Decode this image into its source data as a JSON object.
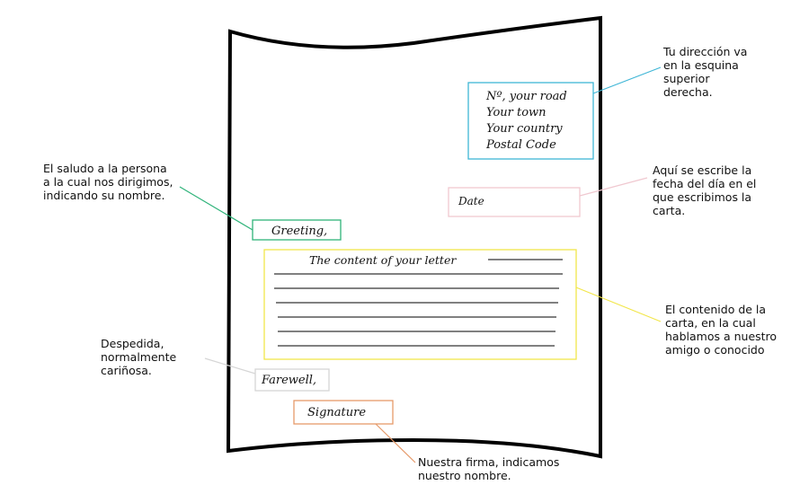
{
  "colors": {
    "outline": "#000000",
    "address_box": "#3fb6d6",
    "date_box": "#f0c8d0",
    "greeting_box": "#2fb37a",
    "content_box": "#f2e64a",
    "farewell_box": "#d6d6d6",
    "signature_box": "#e69a6a",
    "text": "#111111"
  },
  "letter": {
    "address_lines": [
      "Nº, your road",
      "Your town",
      "Your country",
      "Postal Code"
    ],
    "date": "Date",
    "greeting": "Greeting,",
    "content_title": "The content of your letter",
    "farewell": "Farewell,",
    "signature": "Signature"
  },
  "annotations": {
    "address": [
      "Tu dirección va",
      "en la esquina",
      "superior",
      "derecha."
    ],
    "date": [
      "Aquí se escribe la",
      "fecha del día en el",
      "que escribimos la",
      "carta."
    ],
    "greeting": [
      "El saludo a la persona",
      "a la cual nos dirigimos,",
      "indicando su nombre."
    ],
    "content": [
      "El contenido de la",
      "carta, en la cual",
      "hablamos a nuestro",
      "amigo o conocido"
    ],
    "farewell": [
      "Despedida,",
      "normalmente",
      "cariñosa."
    ],
    "signature": [
      "Nuestra firma, indicamos",
      "nuestro nombre."
    ]
  }
}
